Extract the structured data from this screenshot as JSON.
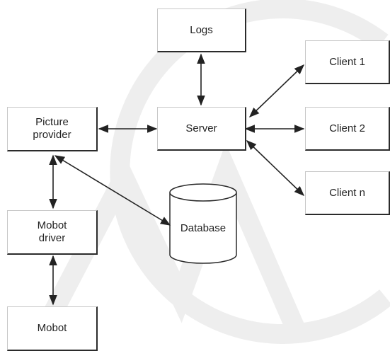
{
  "diagram": {
    "nodes": {
      "logs": "Logs",
      "server": "Server",
      "client1": "Client 1",
      "client2": "Client 2",
      "clientn": "Client n",
      "picture_provider": "Picture\nprovider",
      "mobot_driver": "Mobot\ndriver",
      "mobot": "Mobot",
      "database": "Database"
    },
    "edges": [
      {
        "from": "logs",
        "to": "server",
        "direction": "both"
      },
      {
        "from": "server",
        "to": "client1",
        "direction": "both"
      },
      {
        "from": "server",
        "to": "client2",
        "direction": "both"
      },
      {
        "from": "server",
        "to": "clientn",
        "direction": "both"
      },
      {
        "from": "picture_provider",
        "to": "server",
        "direction": "both"
      },
      {
        "from": "picture_provider",
        "to": "database",
        "direction": "both"
      },
      {
        "from": "picture_provider",
        "to": "mobot_driver",
        "direction": "both"
      },
      {
        "from": "mobot_driver",
        "to": "mobot",
        "direction": "both"
      }
    ],
    "colors": {
      "border_dark": "#2b2b2b",
      "border_light": "#c8c8c8",
      "arrow": "#222222",
      "watermark": "#eeeeee"
    }
  }
}
